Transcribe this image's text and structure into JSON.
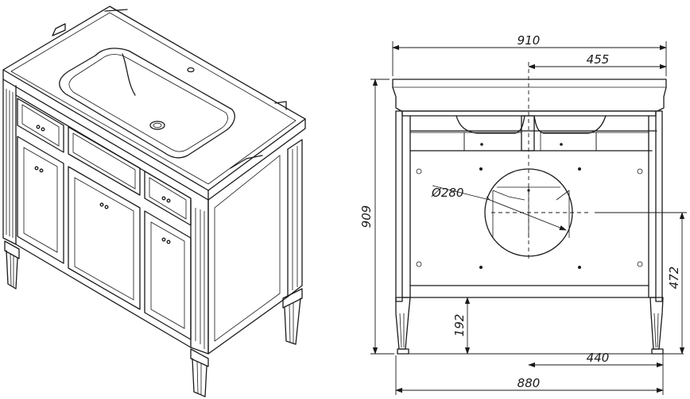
{
  "drawing": {
    "views": [
      "isometric-view",
      "front-view"
    ],
    "dimensions": {
      "overall_width": "910",
      "half_width": "455",
      "overall_height": "909",
      "hole_diameter": "280",
      "diameter_symbol": "Ø",
      "center_height": "472",
      "leg_height": "192",
      "center_offset": "440",
      "base_width": "880"
    }
  }
}
